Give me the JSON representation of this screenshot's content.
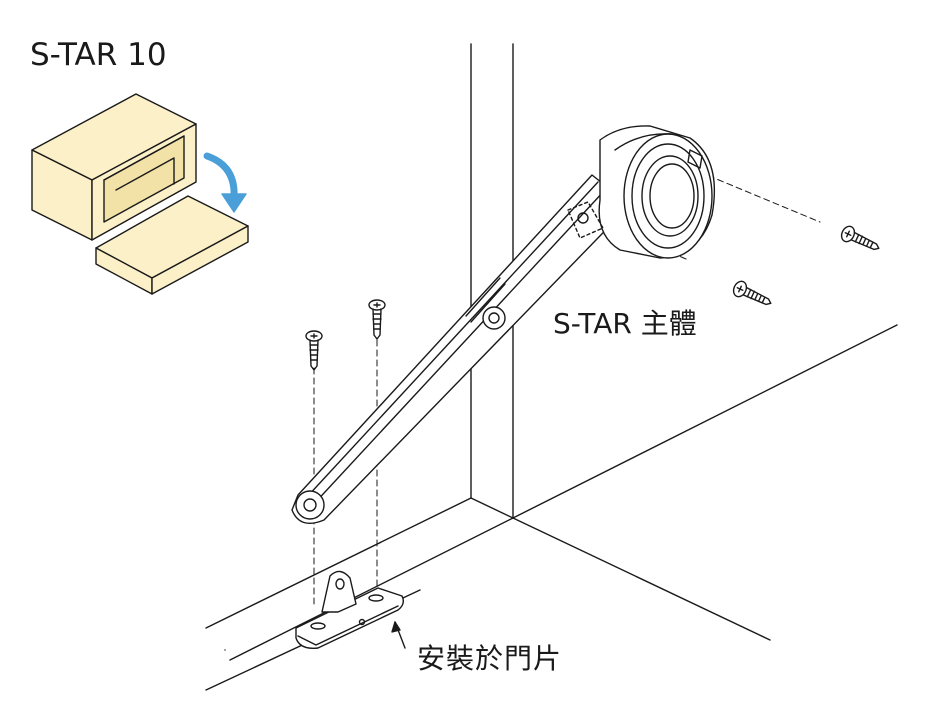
{
  "title": "S-TAR 10",
  "labels": {
    "main_body": "S-TAR 主體",
    "door_mount": "安裝於門片"
  },
  "colors": {
    "line": "#1a1a1a",
    "cabinet_fill": "#fbf0c8",
    "arrow": "#4a9fd8",
    "part_fill": "#ffffff"
  },
  "icons": [
    "cabinet-open-door-icon",
    "rotation-arrow-icon",
    "screw-icon",
    "bracket-icon",
    "hinge-body-icon"
  ]
}
